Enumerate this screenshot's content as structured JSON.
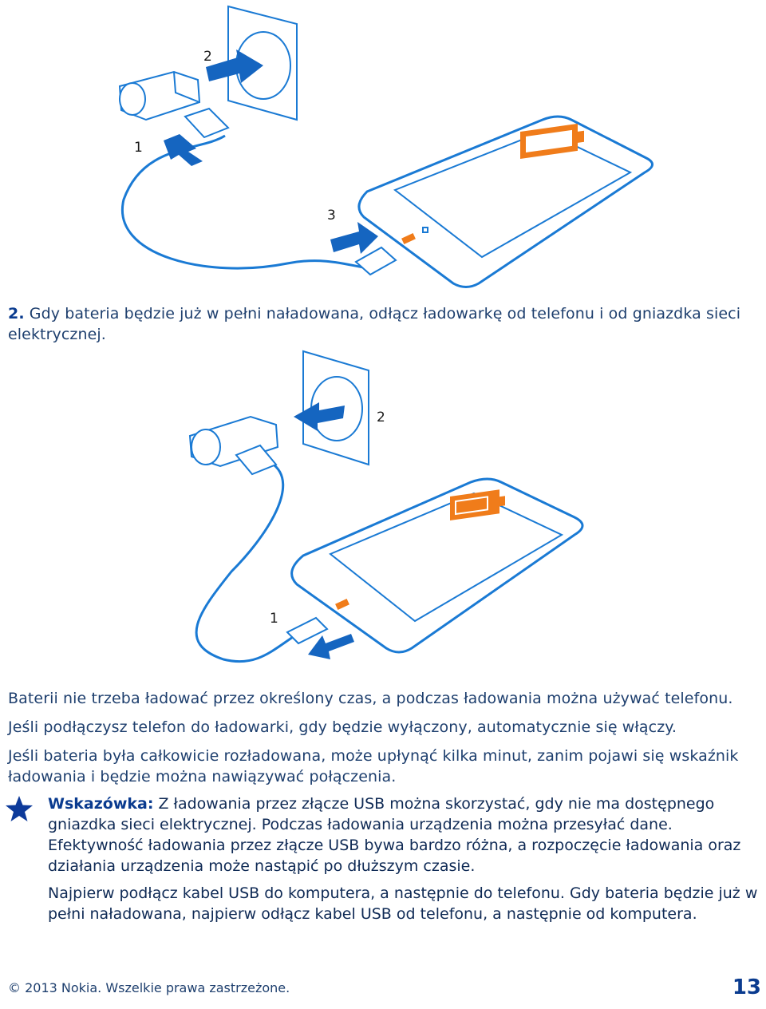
{
  "figure1": {
    "labels": [
      "1",
      "2",
      "3"
    ],
    "colors": {
      "outline": "#1a7ad4",
      "arrow": "#1565c0",
      "battery": "#f07c1a"
    }
  },
  "step2": {
    "number": "2.",
    "text": "Gdy bateria będzie już w pełni naładowana, odłącz ładowarkę od telefonu i od gniazdka sieci",
    "text_cont": "elektrycznej."
  },
  "figure2": {
    "labels": [
      "2",
      "1"
    ]
  },
  "paragraphs": {
    "p1": "Baterii nie trzeba ładować przez określony czas, a podczas ładowania można używać telefonu.",
    "p2": "Jeśli podłączysz telefon do ładowarki, gdy będzie wyłączony, automatycznie się włączy.",
    "p3a": "Jeśli bateria była całkowicie rozładowana, może upłynąć kilka minut, zanim pojawi się wskaźnik",
    "p3b": "ładowania i będzie można nawiązywać połączenia."
  },
  "tip": {
    "label": "Wskazówka:",
    "text": "Z ładowania przez złącze USB można skorzystać, gdy nie ma dostępnego gniazdka sieci elektrycznej. Podczas ładowania urządzenia można przesyłać dane. Efektywność ładowania przez złącze USB bywa bardzo różna, a rozpoczęcie ładowania oraz działania urządzenia może nastąpić po dłuższym czasie.",
    "text2": "Najpierw podłącz kabel USB do komputera, a następnie do telefonu. Gdy bateria będzie już w pełni naładowana, najpierw odłącz kabel USB od telefonu, a następnie od komputera."
  },
  "footer": {
    "copyright": "© 2013 Nokia. Wszelkie prawa zastrzeżone.",
    "page_number": "13"
  }
}
